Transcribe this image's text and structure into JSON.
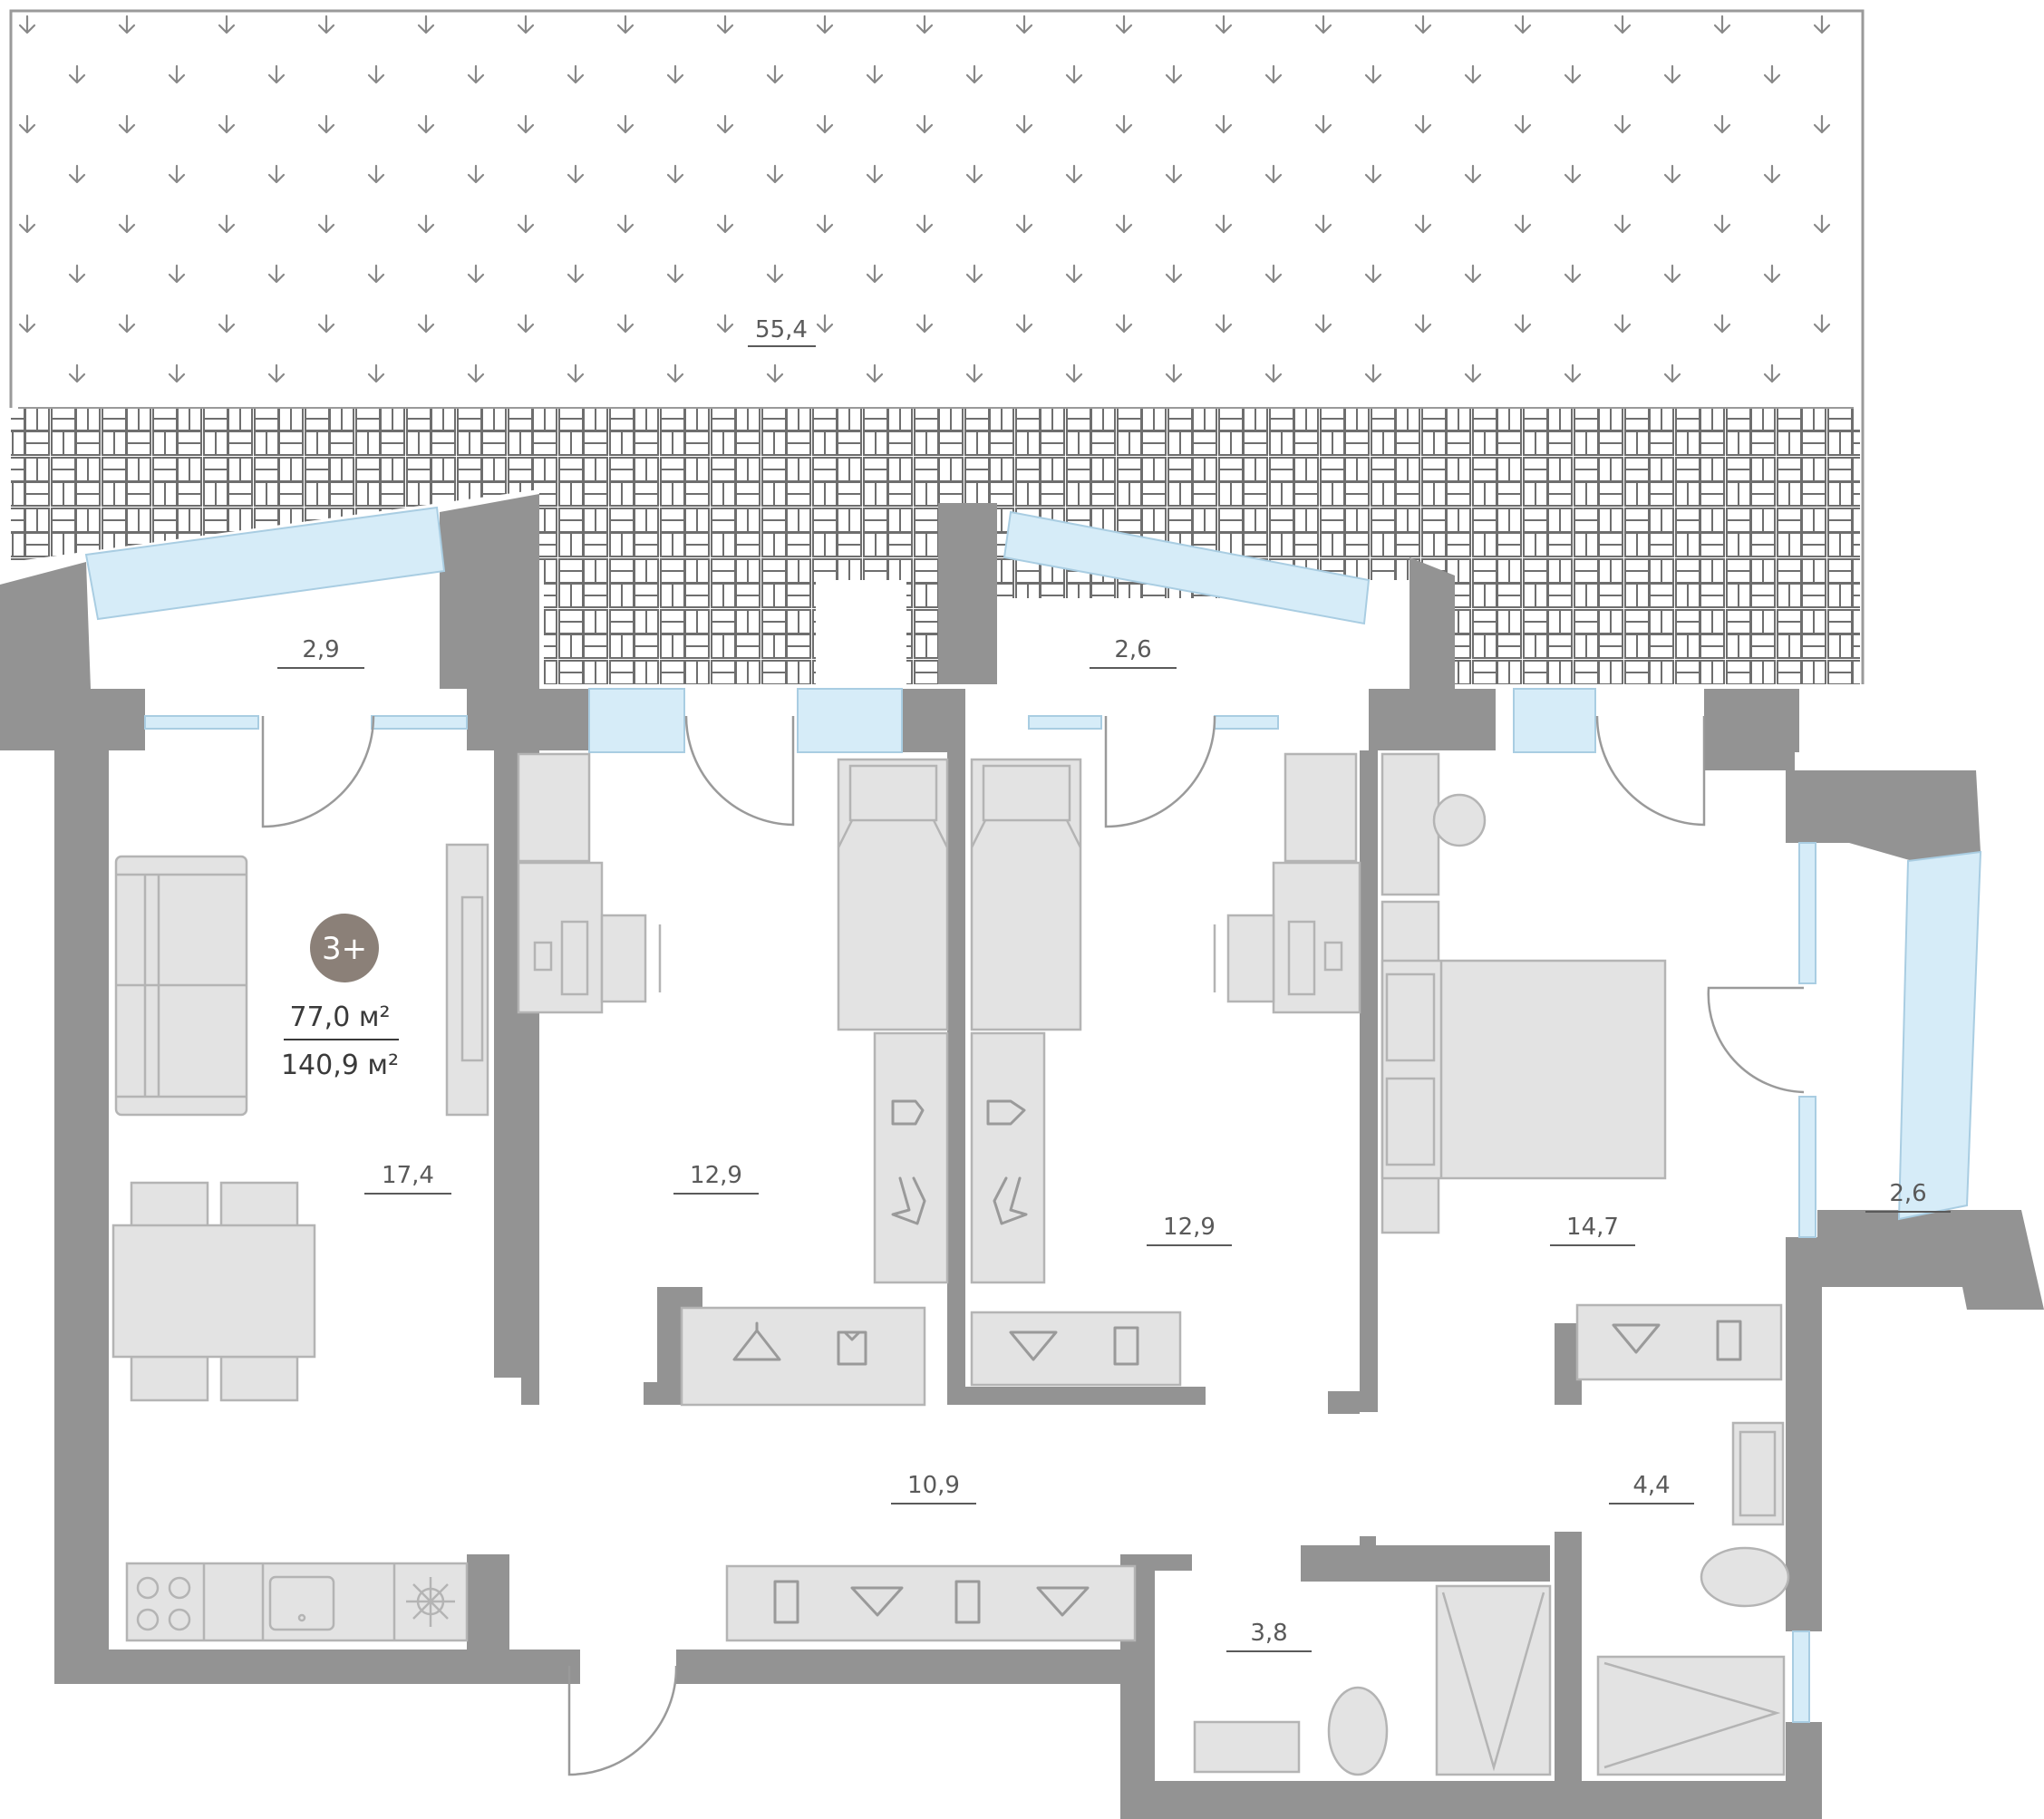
{
  "plan": {
    "badge": "3+",
    "area_living": "77,0 м²",
    "area_total": "140,9 м²",
    "terrace_area": "55,4",
    "rooms": [
      {
        "id": "balcony-1",
        "label": "2,9"
      },
      {
        "id": "balcony-2",
        "label": "2,6"
      },
      {
        "id": "balcony-3",
        "label": "2,6"
      },
      {
        "id": "living-kitchen",
        "label": "17,4"
      },
      {
        "id": "bedroom-1",
        "label": "12,9"
      },
      {
        "id": "bedroom-2",
        "label": "12,9"
      },
      {
        "id": "bedroom-master",
        "label": "14,7"
      },
      {
        "id": "hallway",
        "label": "10,9"
      },
      {
        "id": "bathroom-1",
        "label": "4,4"
      },
      {
        "id": "bathroom-2",
        "label": "3,8"
      }
    ]
  },
  "colors": {
    "wall": "#939393",
    "window": "#d6ecf8",
    "furniture": "#e3e3e3",
    "badge": "#8b8078"
  }
}
